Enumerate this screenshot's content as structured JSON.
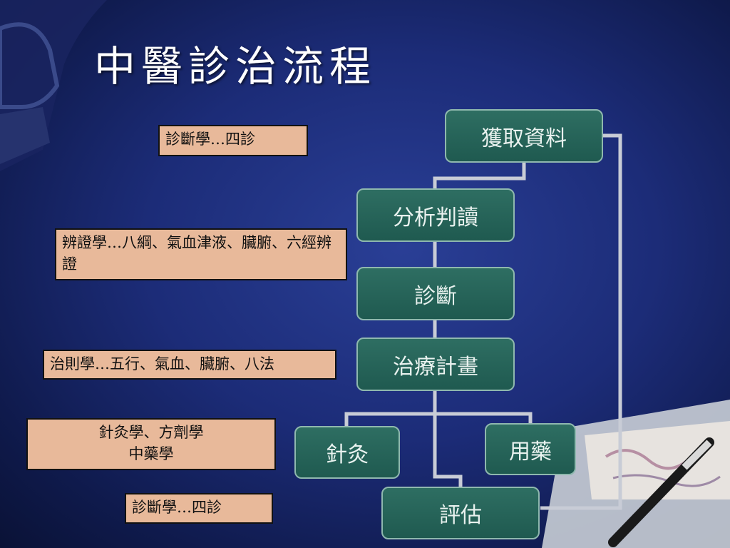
{
  "title": "中醫診治流程",
  "notes": [
    "診斷學…四診",
    "辨證學…八綱、氣血津液、臟腑、六經辨證",
    "治則學…五行、氣血、臟腑、八法",
    "針灸學、方劑學",
    "中藥學",
    "診斷學…四診"
  ],
  "nodes": {
    "acquire": "獲取資料",
    "analyze": "分析判讀",
    "diagnose": "診斷",
    "plan": "治療計畫",
    "acupuncture": "針灸",
    "medicine": "用藥",
    "evaluate": "評估"
  }
}
